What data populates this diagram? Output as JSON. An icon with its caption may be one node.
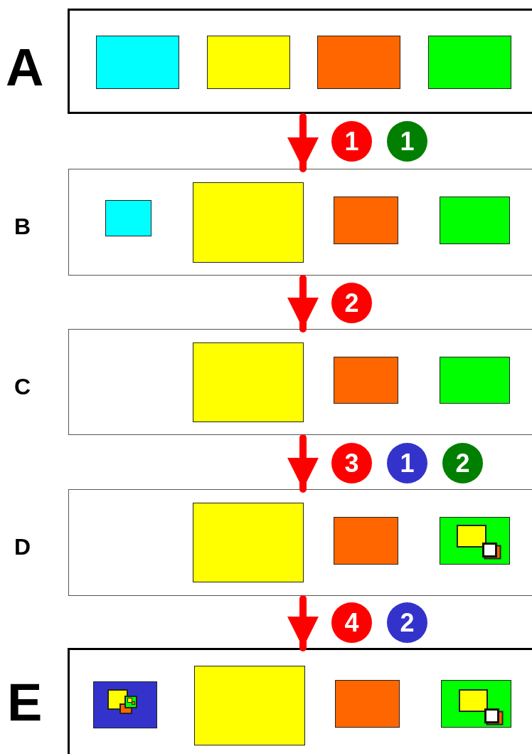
{
  "diagram": {
    "nodes": [
      {
        "text": [
          "A"
        ]
      },
      {
        "text": [],
        "shape": "box",
        "in": 0
      },
      {
        "text": [],
        "shape": "box",
        "in": 0
      },
      {
        "text": [],
        "shape": "box",
        "in": 0
      },
      {
        "text": [],
        "shape": "box",
        "in": 0
      },
      {
        "text": [
          "1"
        ]
      },
      {
        "text": [
          "1"
        ]
      },
      {
        "text": [
          "B"
        ]
      },
      {
        "text": [],
        "shape": "box",
        "in": 7
      },
      {
        "text": [],
        "shape": "box",
        "in": 7
      },
      {
        "text": [],
        "shape": "box",
        "in": 7
      },
      {
        "text": [],
        "shape": "box",
        "in": 7
      },
      {
        "text": [
          "2"
        ]
      },
      {
        "text": [
          "C"
        ]
      },
      {
        "text": [],
        "shape": "box",
        "in": 13
      },
      {
        "text": [],
        "shape": "box",
        "in": 13
      },
      {
        "text": [],
        "shape": "box",
        "in": 13
      },
      {
        "text": [
          "3"
        ]
      },
      {
        "text": [
          "1"
        ]
      },
      {
        "text": [
          "2"
        ]
      },
      {
        "text": [
          "D"
        ]
      },
      {
        "text": [],
        "shape": "box",
        "in": 20
      },
      {
        "text": [],
        "shape": "box",
        "in": 20
      },
      {
        "text": [],
        "shape": "box",
        "in": 20
      },
      {
        "text": [],
        "shape": "box",
        "in": 23
      },
      {
        "text": [],
        "shape": "box",
        "in": 23
      },
      {
        "text": [
          "4"
        ]
      },
      {
        "text": [
          "2"
        ]
      },
      {
        "text": [
          "E"
        ]
      },
      {
        "text": [],
        "shape": "box",
        "in": 28
      },
      {
        "text": [],
        "shape": "box",
        "in": 29
      },
      {
        "text": [],
        "shape": "box",
        "in": 29
      },
      {
        "text": [],
        "shape": "box",
        "in": 29
      },
      {
        "text": [],
        "shape": "box",
        "in": 32
      },
      {
        "text": [],
        "shape": "box",
        "in": 32
      },
      {
        "text": [],
        "shape": "box",
        "in": 28
      },
      {
        "text": [],
        "shape": "box",
        "in": 28
      },
      {
        "text": [],
        "shape": "box",
        "in": 28
      },
      {
        "text": [],
        "shape": "box",
        "in": 37
      },
      {
        "text": [],
        "shape": "box",
        "in": 37
      }
    ],
    "edges": [
      {
        "from": 0,
        "to": 7,
        "arrow": "to"
      },
      {
        "from": 7,
        "to": 13,
        "arrow": "to"
      },
      {
        "from": 13,
        "to": 20,
        "arrow": "to"
      },
      {
        "from": 20,
        "to": 28,
        "arrow": "to"
      }
    ]
  }
}
